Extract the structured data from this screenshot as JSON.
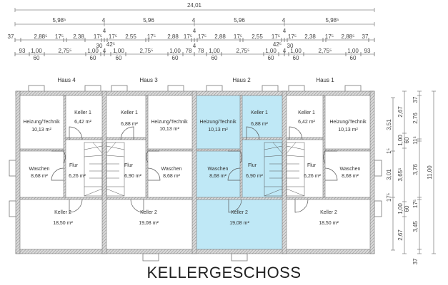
{
  "title": "KELLERGESCHOSS",
  "highlight_color": "#bfe8f6",
  "wall_color": "#9a9a9a",
  "dimensions": {
    "total": "24,01",
    "row2": [
      "5,98⁵",
      "4",
      "5,96",
      "4",
      "5,96",
      "4",
      "5,98⁵"
    ],
    "row3": [
      "37",
      "2,88⁵",
      "17⁵",
      "2,38",
      "17⁵",
      "4",
      "17⁵",
      "2,55",
      "17⁵",
      "2,88",
      "17⁵",
      "4",
      "17⁵",
      "2,88",
      "17⁵",
      "2,55",
      "17⁵",
      "4",
      "17⁵",
      "2,38",
      "17⁵",
      "2,88⁵",
      "37"
    ],
    "row4": [
      "93",
      "1,00",
      "60",
      "2,75⁵",
      "1,00",
      "60",
      "30",
      "4",
      "42⁵",
      "1,00",
      "60",
      "2,75⁵",
      "1,00",
      "60",
      "78",
      "4",
      "78",
      "1,00",
      "60",
      "2,75⁵",
      "1,00",
      "60",
      "42⁵",
      "4",
      "30",
      "1,00",
      "60",
      "2,75⁵",
      "1,00",
      "60",
      "93"
    ],
    "right_col1": [
      "3,51",
      "1⁵",
      "3,01",
      "17⁵",
      "2,67"
    ],
    "right_col2": [
      "2,67",
      "1,00",
      "60",
      "3,65⁵",
      "1,00",
      "60",
      "2,67"
    ],
    "right_col3": [
      "37",
      "2,76",
      "11⁵",
      "3,76",
      "17⁵",
      "3,45",
      "37"
    ],
    "right_col4": [
      "11,00"
    ]
  },
  "houses": [
    {
      "label": "Haus 4",
      "highlighted": false,
      "rooms": {
        "heizung": {
          "name": "Heizung/Technik",
          "area": "10,13 m²"
        },
        "keller1": {
          "name": "Keller 1",
          "area": "6,42 m²"
        },
        "waschen": {
          "name": "Waschen",
          "area": "8,68 m²"
        },
        "flur": {
          "name": "Flur",
          "area": "6,26 m²"
        },
        "keller2": {
          "name": "Keller 2",
          "area": "18,50 m²"
        }
      }
    },
    {
      "label": "Haus 3",
      "highlighted": false,
      "rooms": {
        "heizung": {
          "name": "Heizung/Technik",
          "area": "10,13 m²"
        },
        "keller1": {
          "name": "Keller 1",
          "area": "6,88 m²"
        },
        "waschen": {
          "name": "Waschen",
          "area": "8,68 m²"
        },
        "flur": {
          "name": "Flur",
          "area": "6,90 m²"
        },
        "keller2": {
          "name": "Keller 2",
          "area": "19,08 m²"
        }
      }
    },
    {
      "label": "Haus 2",
      "highlighted": true,
      "rooms": {
        "heizung": {
          "name": "Heizung/Technik",
          "area": "10,13 m²"
        },
        "keller1": {
          "name": "Keller 1",
          "area": "6,88 m²"
        },
        "waschen": {
          "name": "Waschen",
          "area": "8,68 m²"
        },
        "flur": {
          "name": "Flur",
          "area": "6,90 m²"
        },
        "keller2": {
          "name": "Keller 2",
          "area": "19,08 m²"
        }
      }
    },
    {
      "label": "Haus 1",
      "highlighted": false,
      "rooms": {
        "heizung": {
          "name": "Heizung/Technik",
          "area": "10,13 m²"
        },
        "keller1": {
          "name": "Keller 1",
          "area": "6,42 m²"
        },
        "waschen": {
          "name": "Waschen",
          "area": "8,68 m²"
        },
        "flur": {
          "name": "Flur",
          "area": "6,26 m²"
        },
        "keller2": {
          "name": "Keller 2",
          "area": "18,50 m²"
        }
      }
    }
  ]
}
